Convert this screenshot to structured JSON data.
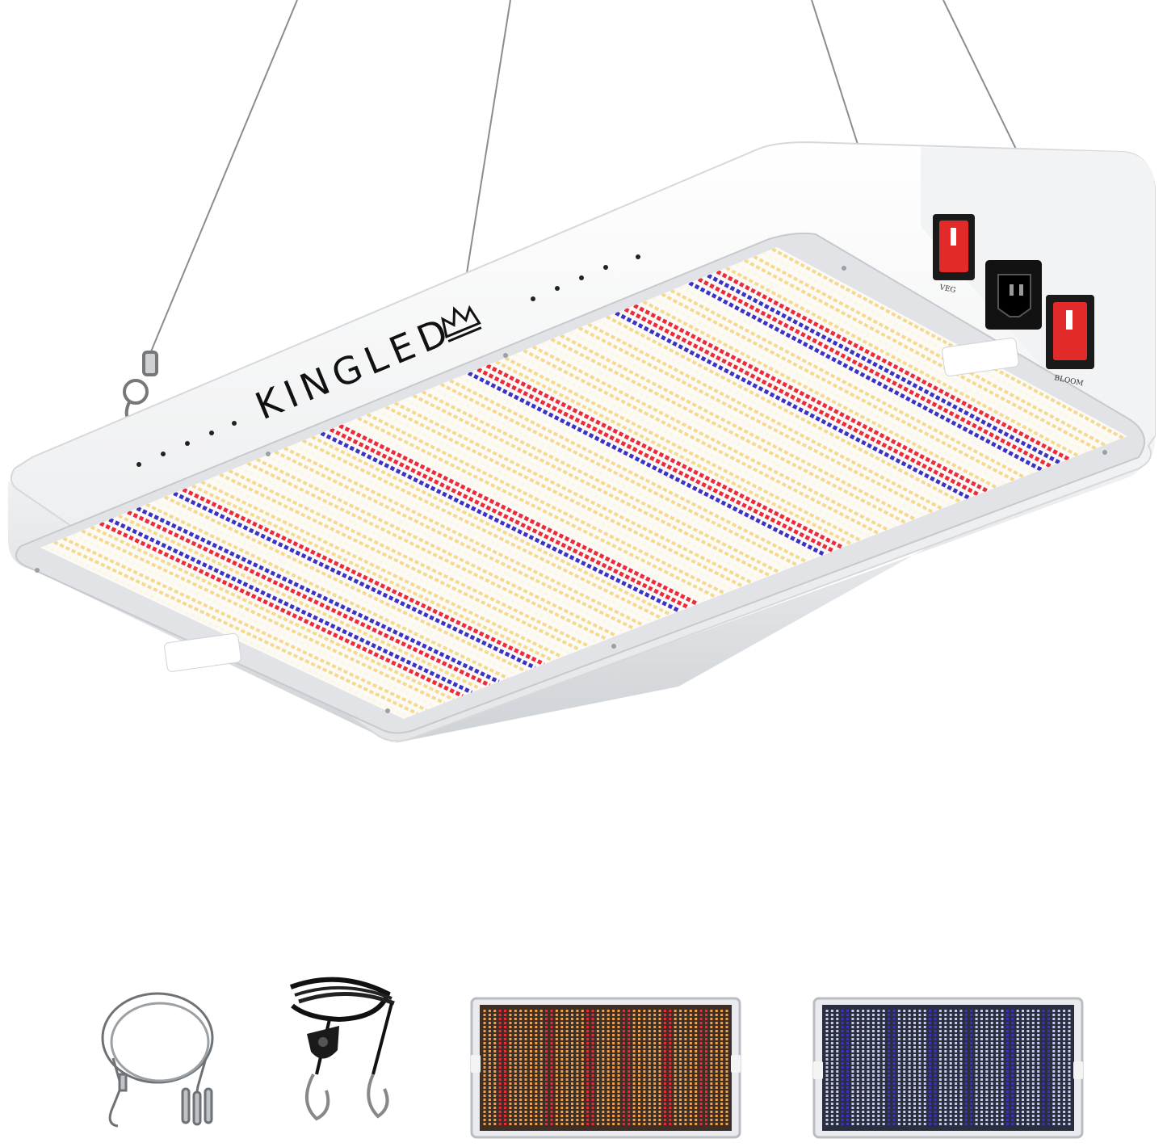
{
  "product": {
    "brand": "KINGLED",
    "switch_veg_label": "VEG",
    "switch_bloom_label": "BLOOM"
  },
  "icons": [
    "crown-icon",
    "power-switch-icon",
    "power-socket-icon",
    "steel-hanging-wire-icon",
    "rope-ratchet-hanger-icon"
  ],
  "colors": {
    "housing": "#f4f5f6",
    "panel": "#eceef0",
    "led_warm": "#f6d98c",
    "led_white": "#fbf6e6",
    "led_red": "#ee2b3a",
    "led_blue": "#3b33c8",
    "switch_red": "#e32a2a",
    "veg_mode_led": "#c8cdf0",
    "bloom_mode_led": "#f2a04a"
  },
  "accessories": [
    {
      "name": "steel-hanging-wire"
    },
    {
      "name": "rope-ratchet-hanger"
    },
    {
      "name": "bloom-mode-panel"
    },
    {
      "name": "veg-mode-panel"
    }
  ]
}
